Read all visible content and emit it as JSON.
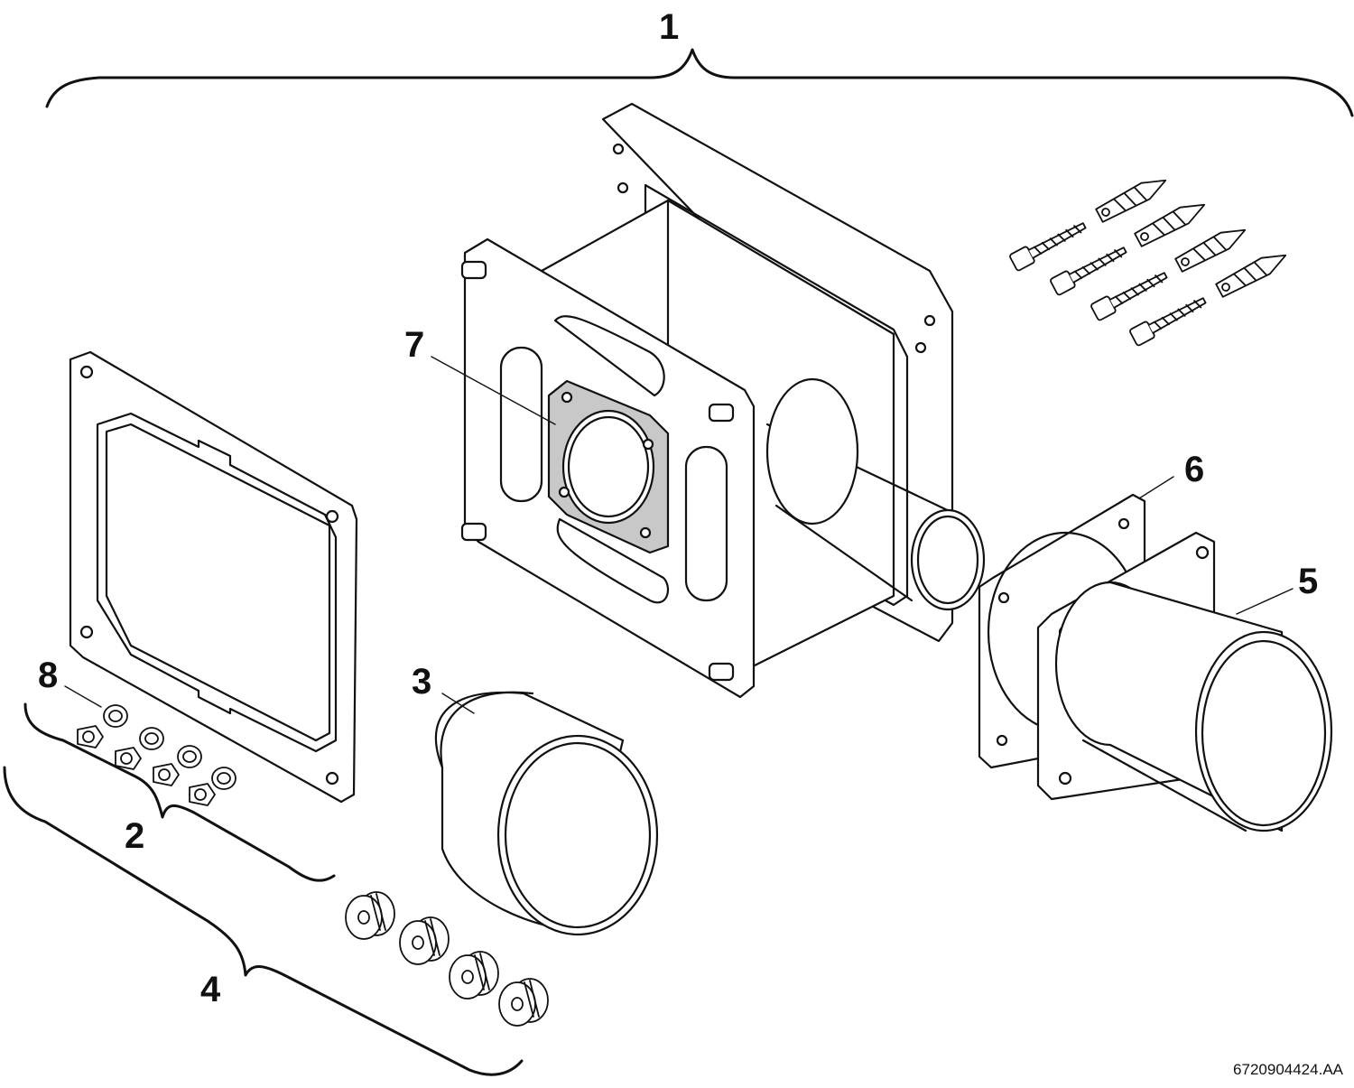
{
  "callouts": {
    "c1": "1",
    "c2": "2",
    "c3": "3",
    "c4": "4",
    "c5": "5",
    "c6": "6",
    "c7": "7",
    "c8": "8"
  },
  "reference_code": "6720904424.AA",
  "colors": {
    "line": "#111111",
    "fill": "#ffffff",
    "gasket": "#c8c8c8"
  }
}
